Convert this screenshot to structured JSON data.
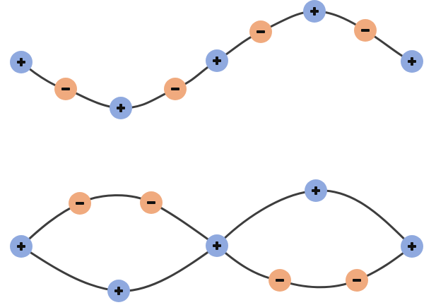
{
  "colors": {
    "positive": "#8fa9df",
    "negative": "#f0aa7e",
    "line": "#3d3d3d",
    "sign": "#111111",
    "background": "#ffffff"
  },
  "legend_symbols": {
    "positive": "plus-sign",
    "negative": "minus-sign"
  },
  "patterns": [
    {
      "name": "sine-chain",
      "nodes": [
        "+",
        "−",
        "+",
        "−",
        "+",
        "−",
        "+",
        "−",
        "+"
      ]
    },
    {
      "name": "figure-eight-loop",
      "nodes": [
        "+",
        "−",
        "−",
        "+",
        "+",
        "−",
        "−",
        "+",
        "+"
      ]
    }
  ]
}
